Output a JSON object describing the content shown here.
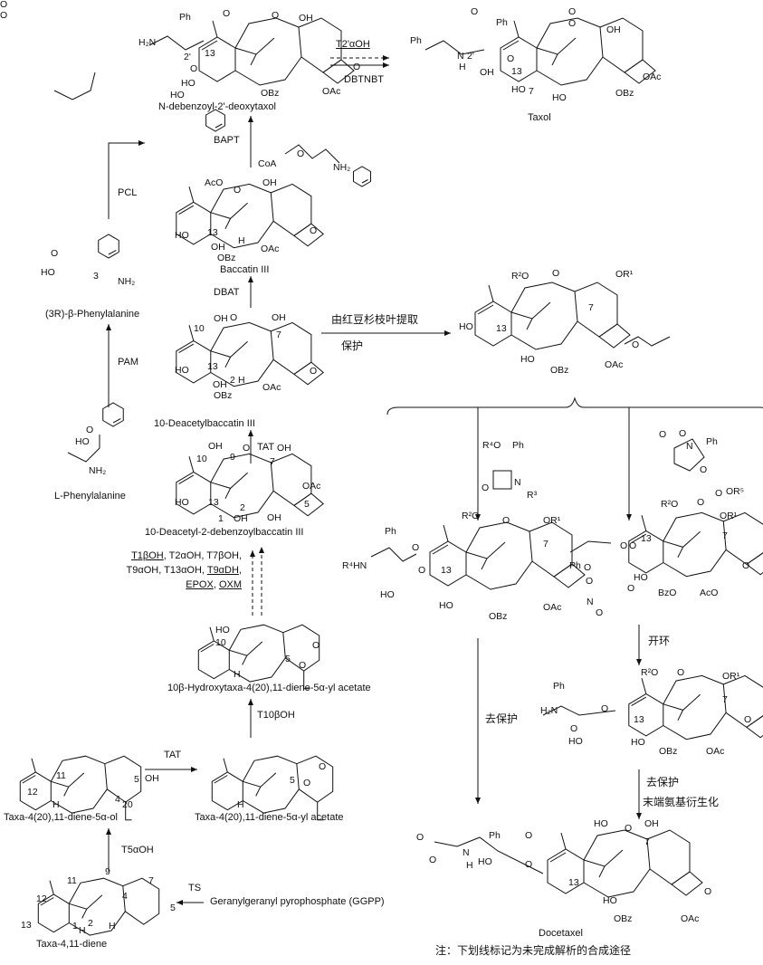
{
  "compounds": {
    "n_debenzoyl": "N-debenzoyl-2'-deoxytaxol",
    "taxol": "Taxol",
    "baccatin3": "Baccatin III",
    "beta_phe": "(3R)-β-Phenylalanine",
    "dab": "10-Deacetylbaccatin III",
    "l_phe": "L-Phenylalanine",
    "dadb": "10-Deacetyl-2-debenzoylbaccatin III",
    "hydroxytaxadiene": "10β-Hydroxytaxa-4(20),11-diene-5α-yl acetate",
    "taxadienol": "Taxa-4(20),11-diene-5α-ol",
    "taxadienyl_acetate": "Taxa-4(20),11-diene-5α-yl acetate",
    "ggpp": "Geranylgeranyl pyrophosphate (GGPP)",
    "taxadiene": "Taxa-4,11-diene",
    "docetaxel": "Docetaxel"
  },
  "enzymes": {
    "t2p": "T2'αOH",
    "dbtnbt": "DBTNBT",
    "bapt": "BAPT",
    "pcl": "PCL",
    "dbat": "DBAT",
    "pam": "PAM",
    "tat1": "TAT",
    "list_line1": [
      "T1βOH",
      ", T2αOH, T7βOH,"
    ],
    "list_line2": [
      "T9αOH, T13αOH, ",
      "T9αDH",
      ","
    ],
    "list_line3": [
      "EPOX",
      ", ",
      "OXM"
    ],
    "t10": "T10βOH",
    "tat2": "TAT",
    "t5": "T5αOH",
    "ts": "TS"
  },
  "steps": {
    "extract": "由红豆杉枝叶提取",
    "protect": "保护",
    "ring_open": "开环",
    "deprotect1": "去保护",
    "deprotect2": "去保护",
    "derivatize": "末端氨基衍生化"
  },
  "note": "注：下划线标记为未完成解析的合成途径",
  "molecules": [
    {
      "id": "n_debenzoyl",
      "labels": [
        "Ph",
        "H₂N",
        "2'",
        "O",
        "O",
        "13",
        "HO",
        "O",
        "OH",
        "HO",
        "OBz",
        "OAc",
        "O"
      ]
    },
    {
      "id": "taxol",
      "labels": [
        "Ph",
        "O",
        "N",
        "H",
        "Ph",
        "2'",
        "OH",
        "O",
        "O",
        "13",
        "HO",
        "O",
        "OH",
        "7",
        "HO",
        "OBz",
        "OAc",
        "O"
      ]
    },
    {
      "id": "baccatin3",
      "labels": [
        "AcO",
        "O",
        "OH",
        "HO",
        "13",
        "OH",
        "H",
        "OBz",
        "OAc",
        "O"
      ]
    },
    {
      "id": "coa",
      "labels": [
        "CoA",
        "O",
        "NH₂"
      ]
    },
    {
      "id": "dab",
      "labels": [
        "OH",
        "10",
        "O",
        "OH",
        "7",
        "HO",
        "13",
        "OH",
        "2",
        "H",
        "OBz",
        "OAc",
        "O"
      ]
    },
    {
      "id": "protected",
      "labels": [
        "R²O",
        "O",
        "OR¹",
        "7",
        "HO",
        "13",
        "HO",
        "OBz",
        "OAc",
        "O"
      ]
    },
    {
      "id": "dadb",
      "labels": [
        "OH",
        "10",
        "9",
        "O",
        "OH",
        "7",
        "HO",
        "13",
        "1",
        "OH",
        "2",
        "OH",
        "OAc",
        "5",
        "O"
      ]
    },
    {
      "id": "hydroxy",
      "labels": [
        "HO",
        "10",
        "5",
        "O",
        "O",
        "H"
      ]
    },
    {
      "id": "taxadienol",
      "labels": [
        "11",
        "12",
        "4",
        "5",
        "OH",
        "20",
        "H"
      ]
    },
    {
      "id": "acetate",
      "labels": [
        "5",
        "O",
        "O",
        "H"
      ]
    },
    {
      "id": "taxadiene",
      "labels": [
        "11",
        "9",
        "7",
        "5",
        "12",
        "4",
        "13",
        "1",
        "2",
        "H",
        "H"
      ]
    },
    {
      "id": "beta_phe",
      "labels": [
        "HO",
        "O",
        "3",
        "NH₂"
      ]
    },
    {
      "id": "l_phe",
      "labels": [
        "HO",
        "O",
        "NH₂"
      ]
    },
    {
      "id": "lactam",
      "labels": [
        "R⁴O",
        "Ph",
        "O",
        "N",
        "R³"
      ]
    },
    {
      "id": "oxazolidine",
      "labels": [
        "O",
        "O",
        "N",
        "Ph",
        "O",
        "O",
        "OR⁵"
      ]
    },
    {
      "id": "side_left",
      "labels": [
        "Ph",
        "R⁴HN",
        "O",
        "O",
        "HO",
        "R²O",
        "O",
        "OR¹",
        "7",
        "13",
        "HO",
        "OBz",
        "OAc",
        "O"
      ]
    },
    {
      "id": "side_right",
      "labels": [
        "O",
        "Ph",
        "O",
        "N",
        "O",
        "O",
        "O",
        "13",
        "R²O",
        "O",
        "OR¹",
        "7",
        "HO",
        "BzO",
        "AcO",
        "O"
      ]
    },
    {
      "id": "opened",
      "labels": [
        "Ph",
        "H₂N",
        "O",
        "O",
        "HO",
        "R²O",
        "O",
        "OR¹",
        "7",
        "13",
        "HO",
        "OBz",
        "OAc",
        "O"
      ]
    },
    {
      "id": "docetaxel",
      "labels": [
        "O",
        "O",
        "N",
        "H",
        "Ph",
        "O",
        "O",
        "HO",
        "HO",
        "O",
        "OH",
        "7",
        "13",
        "HO",
        "OBz",
        "OAc",
        "O"
      ]
    }
  ]
}
